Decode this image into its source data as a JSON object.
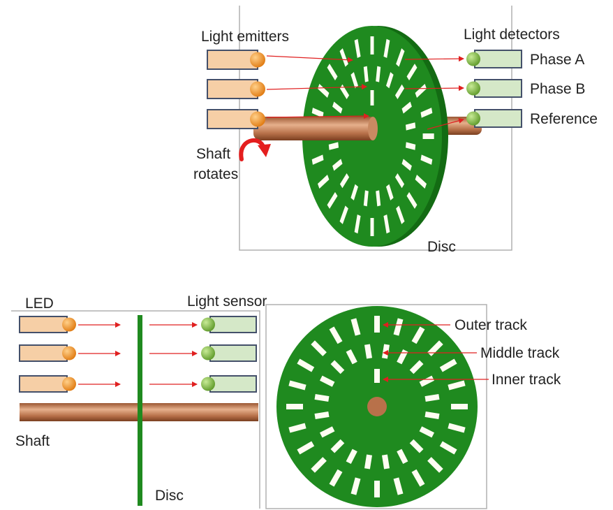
{
  "top_view": {
    "emitters_label": "Light emitters",
    "detectors_label": "Light detectors",
    "phase_a_label": "Phase A",
    "phase_b_label": "Phase B",
    "reference_label": "Reference",
    "shaft_label_line1": "Shaft",
    "shaft_label_line2": "rotates",
    "disc_label": "Disc"
  },
  "side_view": {
    "led_label": "LED",
    "sensor_label": "Light sensor",
    "shaft_label": "Shaft",
    "disc_label": "Disc"
  },
  "front_view": {
    "outer_track_label": "Outer track",
    "middle_track_label": "Middle track",
    "inner_track_label": "Inner track"
  },
  "colors": {
    "disc_green": "#1f8a1f",
    "slot_white": "#fffdf2",
    "shaft_copper": "#b8714a",
    "emitter_body": "#f6cfa6",
    "emitter_lens": "#f08c1e",
    "detector_body": "#d5e8c8",
    "detector_lens": "#77b33a",
    "ray_red": "#e02020"
  },
  "icons": {
    "rotation_arrow": "curved-rotation-arrow-icon"
  }
}
